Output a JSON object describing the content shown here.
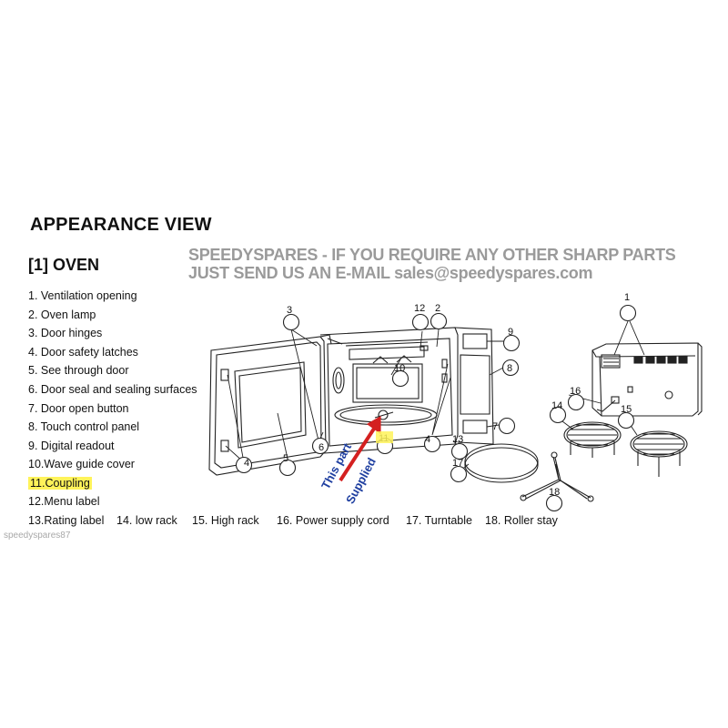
{
  "heading": "APPEARANCE VIEW",
  "section_title": "[1] OVEN",
  "watermark": {
    "line1": "SPEEDYSPARES - IF YOU REQUIRE ANY OTHER SHARP PARTS",
    "line2": "JUST SEND US AN E-MAIL sales@speedyspares.com"
  },
  "parts": [
    "1.  Ventilation opening",
    "2.  Oven lamp",
    "3.  Door hinges",
    "4.  Door safety latches",
    "5.  See through door",
    "6.  Door seal and sealing surfaces",
    "7.  Door open button",
    "8.  Touch control panel",
    "9.  Digital readout",
    "10.Wave guide cover",
    "11.Coupling",
    "12.Menu label"
  ],
  "parts_row": [
    "13.Rating label",
    "14. low rack",
    "15. High rack",
    "16. Power supply cord",
    "17. Turntable",
    "18. Roller stay"
  ],
  "highlight_part": "11.Coupling",
  "highlight_color": "#fff35a",
  "arrow_color": "#d42020",
  "arrow_text": {
    "line1": "This part",
    "line2": "Supplied"
  },
  "callouts": [
    "1",
    "2",
    "3",
    "4",
    "4",
    "5",
    "6",
    "7",
    "8",
    "9",
    "10",
    "11",
    "12",
    "13",
    "14",
    "15",
    "16",
    "17",
    "18"
  ],
  "seller_tag": "speedyspares87"
}
